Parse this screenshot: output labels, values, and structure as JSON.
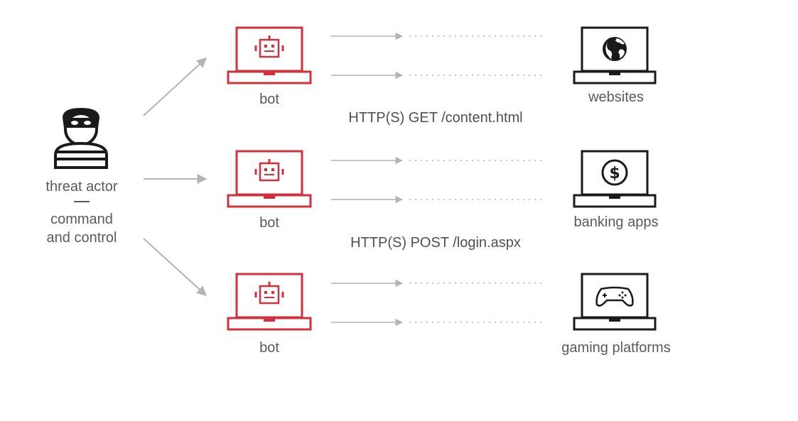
{
  "actor": {
    "label": "threat actor",
    "sublabel": "command\nand control",
    "icon": "masked-burglar-icon"
  },
  "bots": [
    {
      "label": "bot",
      "icon": "robot-laptop-icon"
    },
    {
      "label": "bot",
      "icon": "robot-laptop-icon"
    },
    {
      "label": "bot",
      "icon": "robot-laptop-icon"
    }
  ],
  "targets": [
    {
      "label": "websites",
      "icon": "globe-laptop-icon"
    },
    {
      "label": "banking apps",
      "icon": "dollar-laptop-icon"
    },
    {
      "label": "gaming platforms",
      "icon": "gamepad-laptop-icon"
    }
  ],
  "requests": [
    {
      "label": "HTTP(S) GET /content.html"
    },
    {
      "label": "HTTP(S) POST /login.aspx"
    }
  ],
  "colors": {
    "bot": "#d0313c",
    "target": "#1a1a1a",
    "arrow": "#b4b4b4",
    "text": "#5a5a5a"
  }
}
